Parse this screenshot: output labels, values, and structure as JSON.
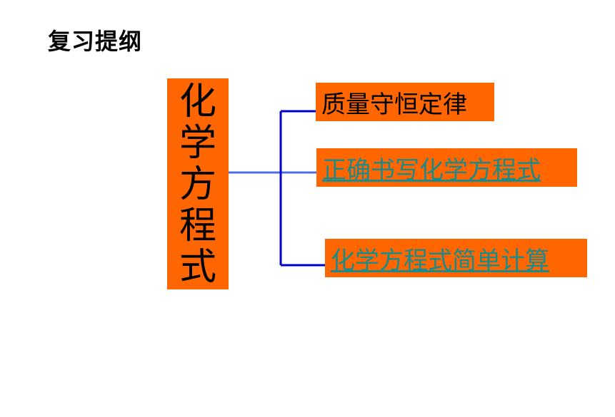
{
  "title": "复习提纲",
  "root": {
    "chars": [
      "化",
      "学",
      "方",
      "程",
      "式"
    ]
  },
  "branches": [
    {
      "label": "质量守恒定律",
      "is_link": false
    },
    {
      "label": "正确书写化学方程式",
      "is_link": true
    },
    {
      "label": "化学方程式简单计算",
      "is_link": true
    }
  ],
  "colors": {
    "box_fill": "#ff6600",
    "connector_main": "#4a6fe0",
    "connector_branch": "#0000cc",
    "link_text": "#1a8a8a"
  }
}
